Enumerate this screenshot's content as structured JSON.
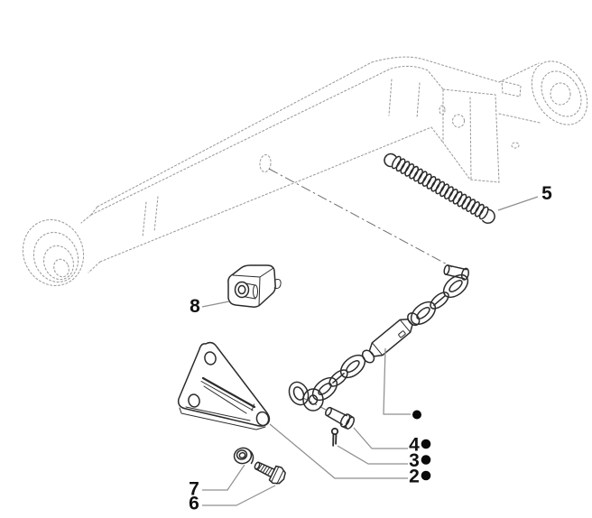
{
  "diagram": {
    "type": "exploded-parts-diagram",
    "colors": {
      "background": "#ffffff",
      "line": "#2b2b2b",
      "phantom": "#9b9b9b",
      "leader": "#8f8f8f",
      "label": "#111111",
      "bullet": "#0a0a0a"
    },
    "callouts": [
      {
        "label": "5",
        "bullet": false
      },
      {
        "label": "8",
        "bullet": false
      },
      {
        "label": "4",
        "bullet": true
      },
      {
        "label": "3",
        "bullet": true
      },
      {
        "label": "2",
        "bullet": true
      },
      {
        "label": "7",
        "bullet": false
      },
      {
        "label": "6",
        "bullet": false
      }
    ],
    "unnumbered_marker": {
      "bullet": true
    }
  }
}
